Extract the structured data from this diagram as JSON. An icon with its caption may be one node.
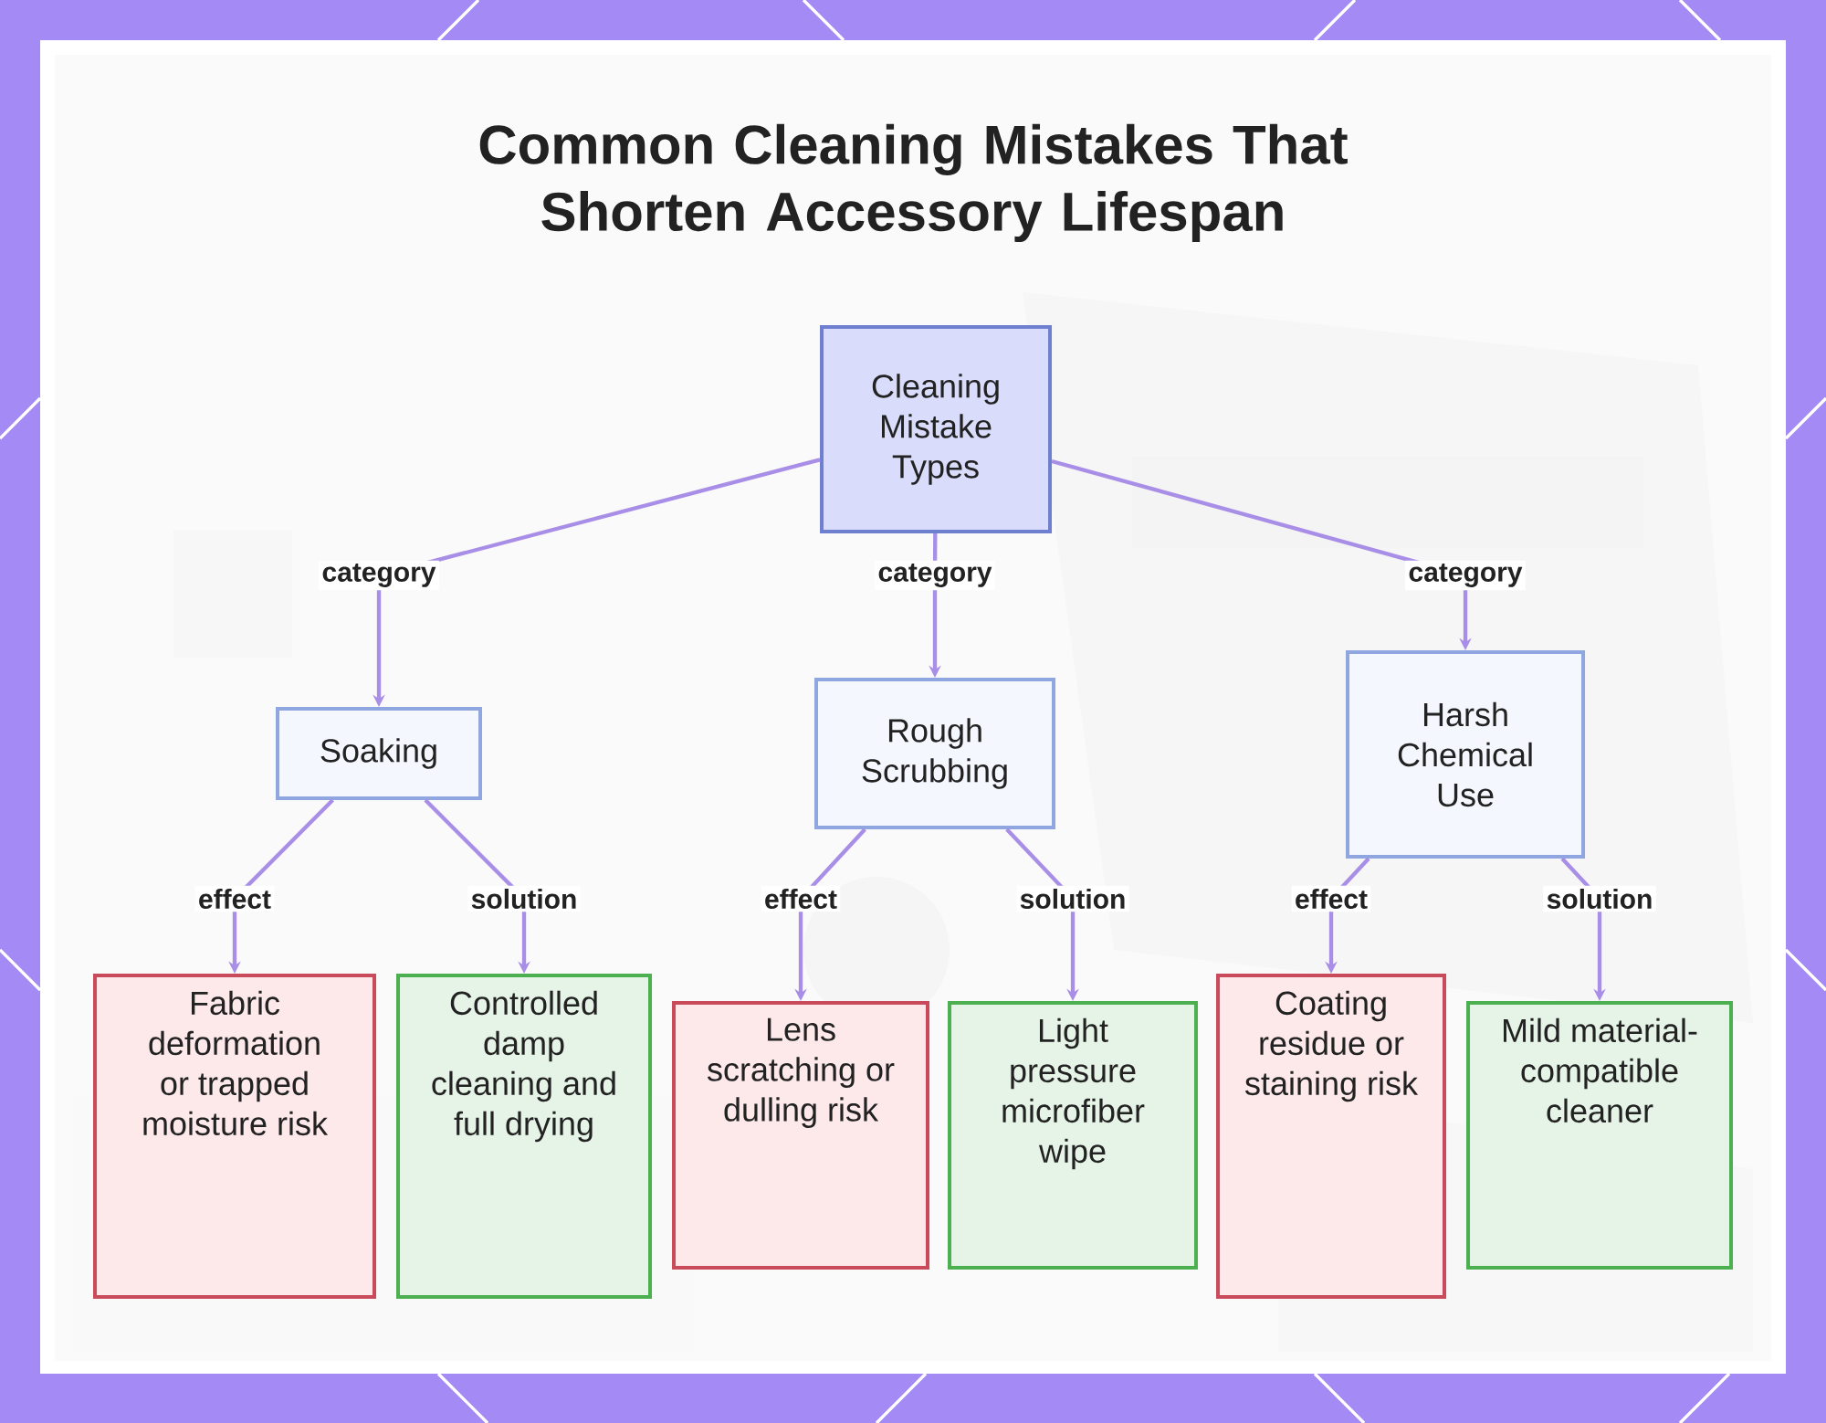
{
  "diagram": {
    "title": "Common Cleaning Mistakes That Shorten Accessory Lifespan",
    "nodes": [
      {
        "text": [
          "Cleaning Mistake Types"
        ]
      },
      {
        "text": [
          "Soaking"
        ]
      },
      {
        "text": [
          "Rough Scrubbing"
        ]
      },
      {
        "text": [
          "Harsh Chemical Use"
        ]
      },
      {
        "text": [
          "Fabric deformation or trapped moisture risk"
        ]
      },
      {
        "text": [
          "Controlled damp cleaning and full drying"
        ]
      },
      {
        "text": [
          "Lens scratching or dulling risk"
        ]
      },
      {
        "text": [
          "Light pressure microfiber wipe"
        ]
      },
      {
        "text": [
          "Coating residue or staining risk"
        ]
      },
      {
        "text": [
          "Mild material-compatible cleaner"
        ]
      }
    ],
    "edges": [
      {
        "from": 0,
        "to": 1,
        "arrow": "to",
        "label": "category"
      },
      {
        "from": 0,
        "to": 2,
        "arrow": "to",
        "label": "category"
      },
      {
        "from": 0,
        "to": 3,
        "arrow": "to",
        "label": "category"
      },
      {
        "from": 1,
        "to": 4,
        "arrow": "to",
        "label": "effect"
      },
      {
        "from": 1,
        "to": 5,
        "arrow": "to",
        "label": "solution"
      },
      {
        "from": 2,
        "to": 6,
        "arrow": "to",
        "label": "effect"
      },
      {
        "from": 2,
        "to": 7,
        "arrow": "to",
        "label": "solution"
      },
      {
        "from": 3,
        "to": 8,
        "arrow": "to",
        "label": "effect"
      },
      {
        "from": 3,
        "to": 9,
        "arrow": "to",
        "label": "solution"
      }
    ]
  }
}
